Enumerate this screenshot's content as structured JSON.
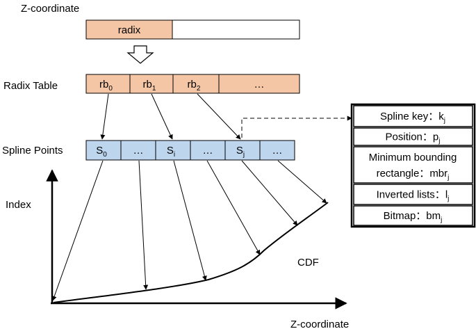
{
  "labels": {
    "z_coordinate_top": "Z-coordinate",
    "radix_table": "Radix Table",
    "spline_points": "Spline Points",
    "index_axis": "Index",
    "cdf": "CDF",
    "z_coordinate_axis": "Z-coordinate"
  },
  "zkey": {
    "radix": "radix"
  },
  "radix_table": [
    {
      "base": "rb",
      "sub": "0"
    },
    {
      "base": "rb",
      "sub": "1"
    },
    {
      "base": "rb",
      "sub": "2"
    },
    {
      "base": "…",
      "sub": ""
    }
  ],
  "spline_points": [
    {
      "base": "S",
      "sub": "0"
    },
    {
      "base": "…",
      "sub": ""
    },
    {
      "base": "S",
      "sub": "i"
    },
    {
      "base": "…",
      "sub": ""
    },
    {
      "base": "S",
      "sub": "j"
    },
    {
      "base": "…",
      "sub": ""
    }
  ],
  "detail_box": [
    {
      "label": "Spline key：",
      "val": "k",
      "sub": "j"
    },
    {
      "label": "Position：",
      "val": "p",
      "sub": "j"
    },
    {
      "label": "Minimum bounding",
      "line2": "rectangle：",
      "val": "mbr",
      "sub": "j"
    },
    {
      "label": "Inverted lists：",
      "val": "l",
      "sub": "j"
    },
    {
      "label": "Bitmap：",
      "val": "bm",
      "sub": "j"
    }
  ],
  "colors": {
    "radix_fill": "#F4C6A6",
    "spline_fill": "#BDD6EE",
    "stroke": "#000000"
  }
}
